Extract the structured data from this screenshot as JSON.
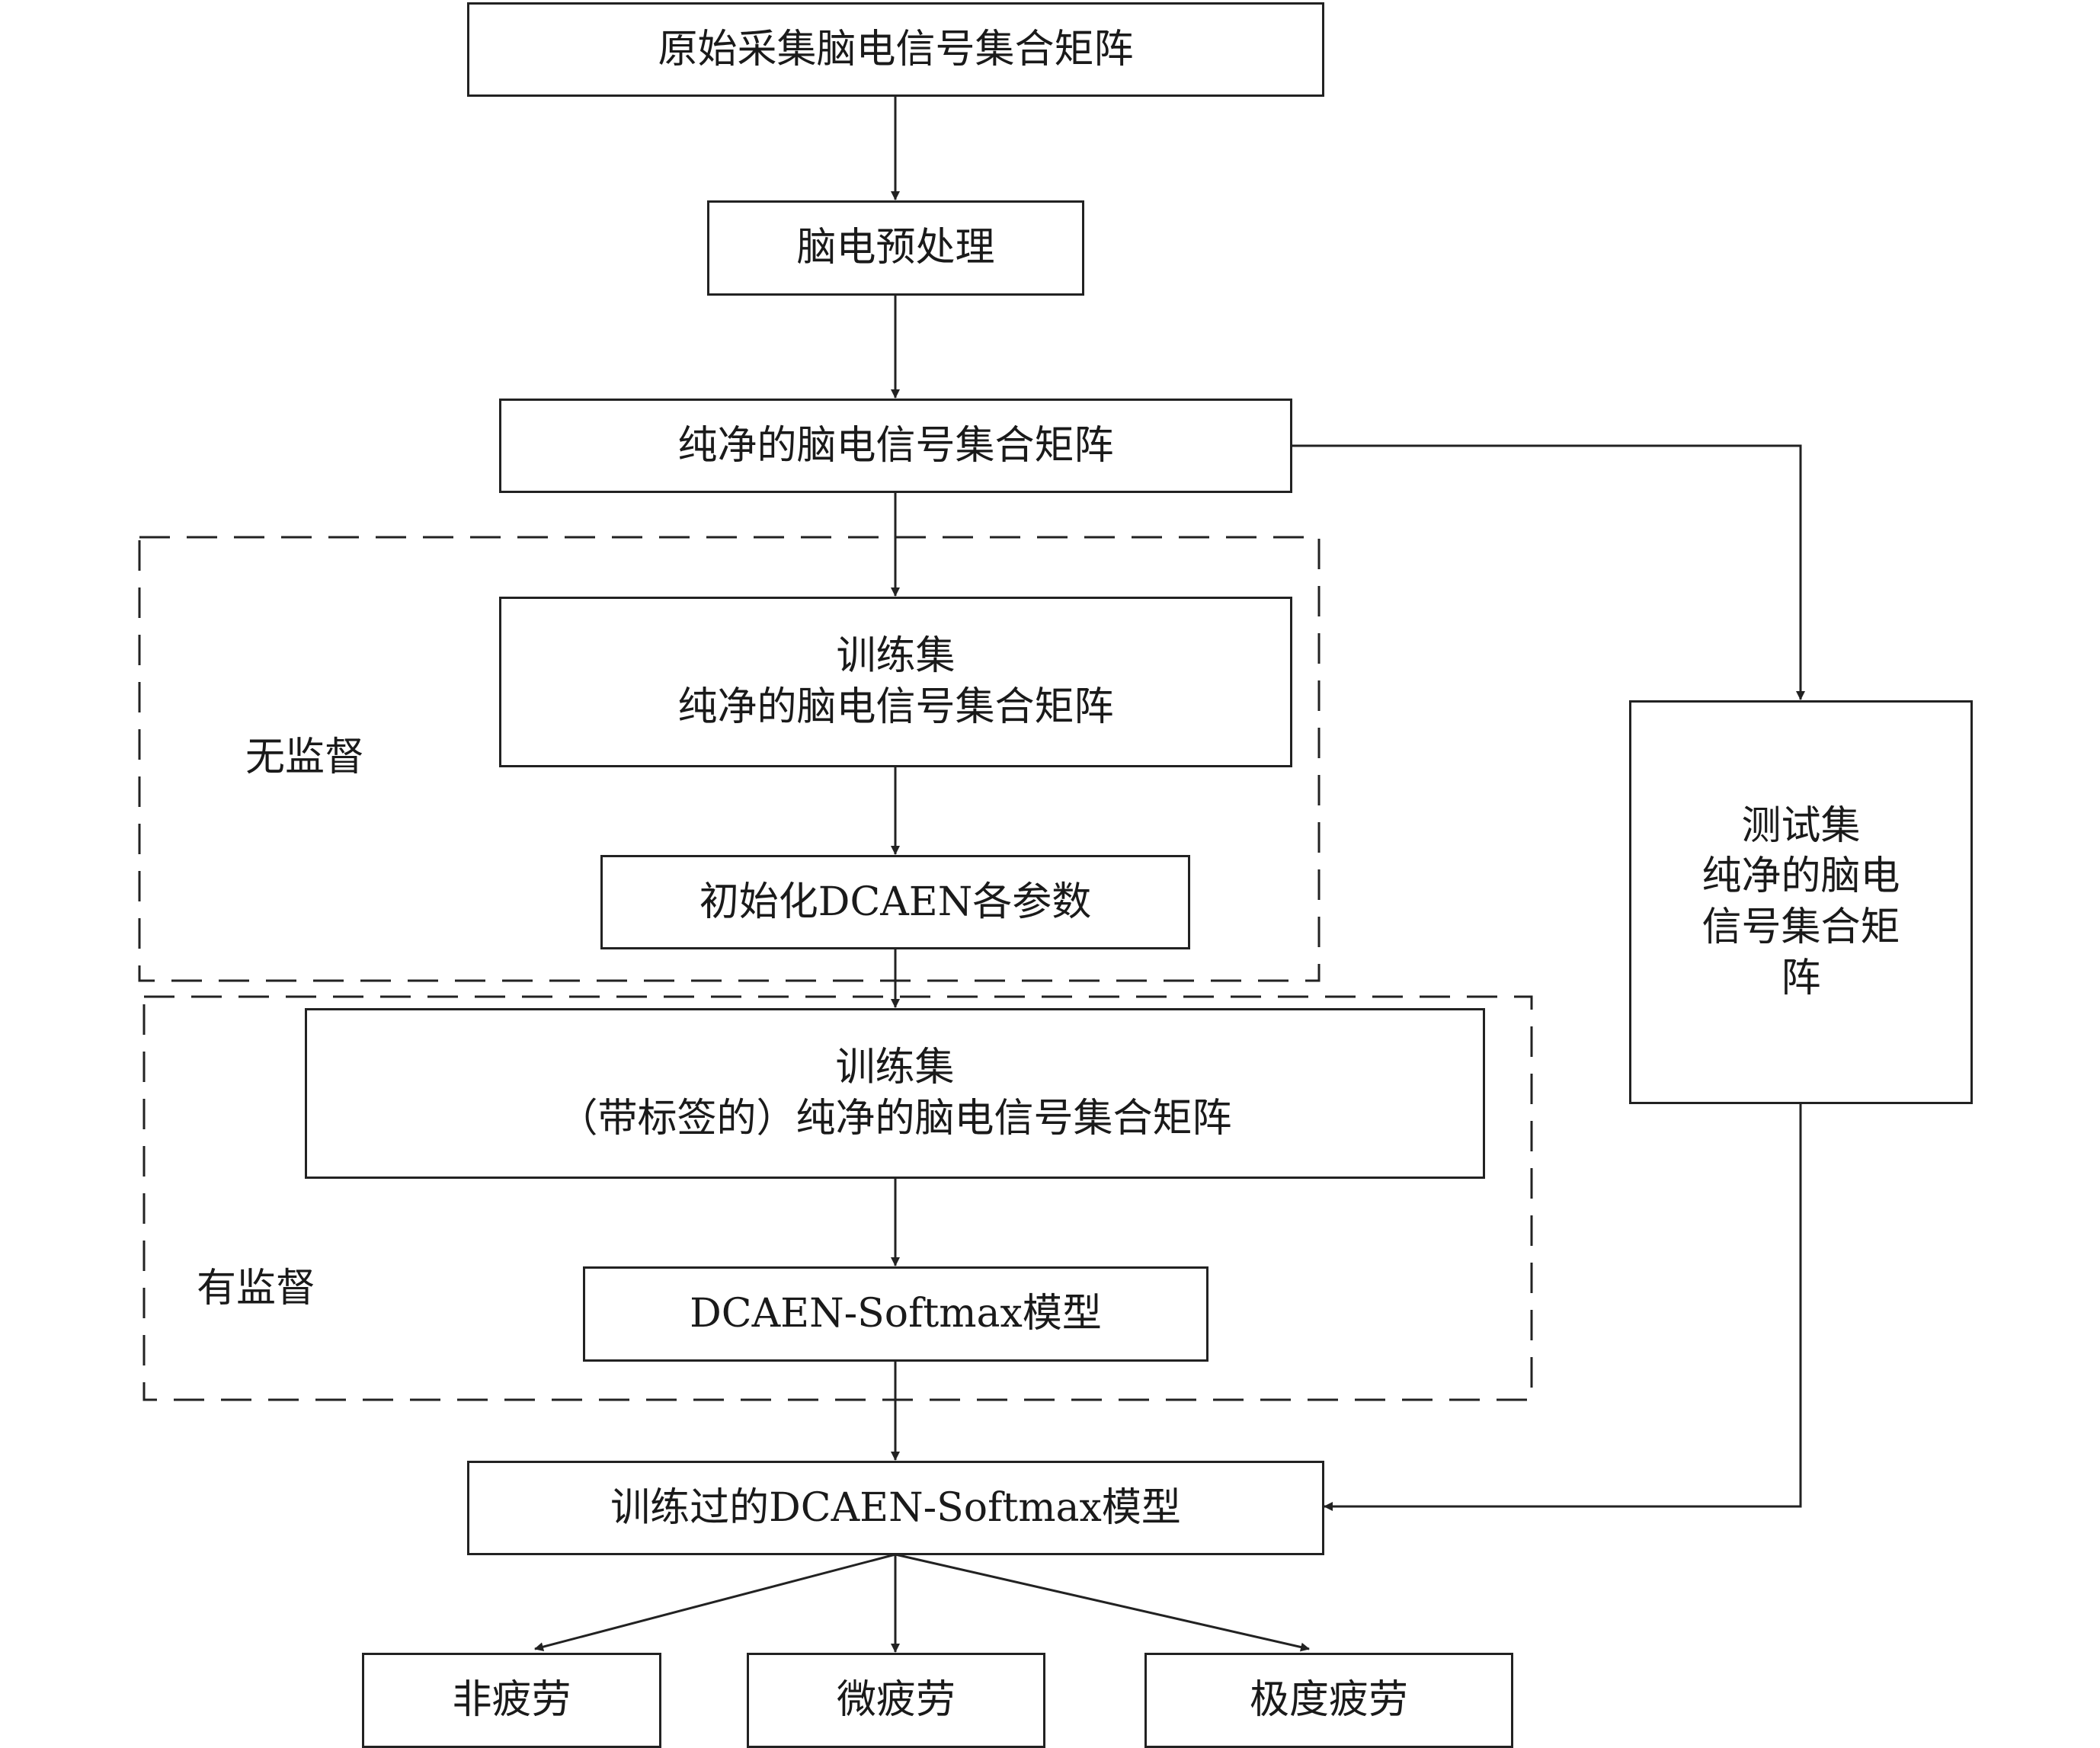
{
  "nodes": {
    "raw": "原始采集脑电信号集合矩阵",
    "preprocess": "脑电预处理",
    "clean": "纯净的脑电信号集合矩阵",
    "train_unsup": [
      "训练集",
      "纯净的脑电信号集合矩阵"
    ],
    "init": "初始化DCAEN各参数",
    "train_sup": [
      "训练集",
      "（带标签的）纯净的脑电信号集合矩阵"
    ],
    "model": "DCAEN-Softmax模型",
    "trained": "训练过的DCAEN-Softmax模型",
    "test": [
      "测试集",
      "纯净的脑电",
      "信号集合矩",
      "阵"
    ],
    "out_none": "非疲劳",
    "out_slight": "微疲劳",
    "out_extreme": "极度疲劳"
  },
  "regions": {
    "unsupervised": "无监督",
    "supervised": "有监督"
  }
}
